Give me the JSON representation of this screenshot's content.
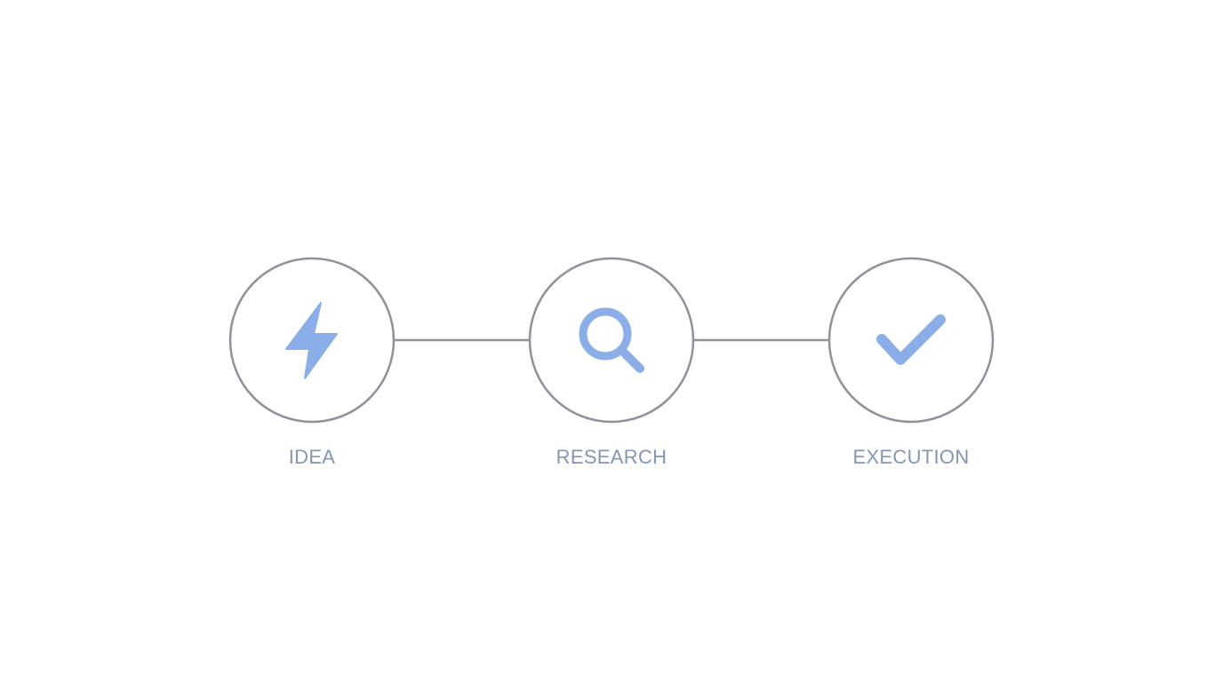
{
  "colors": {
    "background": "#ffffff",
    "ring": "#8f9399",
    "connector": "#8f9399",
    "icon": "#8baee8",
    "label": "#8496b4"
  },
  "steps": [
    {
      "label": "IDEA",
      "icon": "lightning-bolt-icon"
    },
    {
      "label": "RESEARCH",
      "icon": "magnifying-glass-icon"
    },
    {
      "label": "EXECUTION",
      "icon": "checkmark-icon"
    }
  ]
}
